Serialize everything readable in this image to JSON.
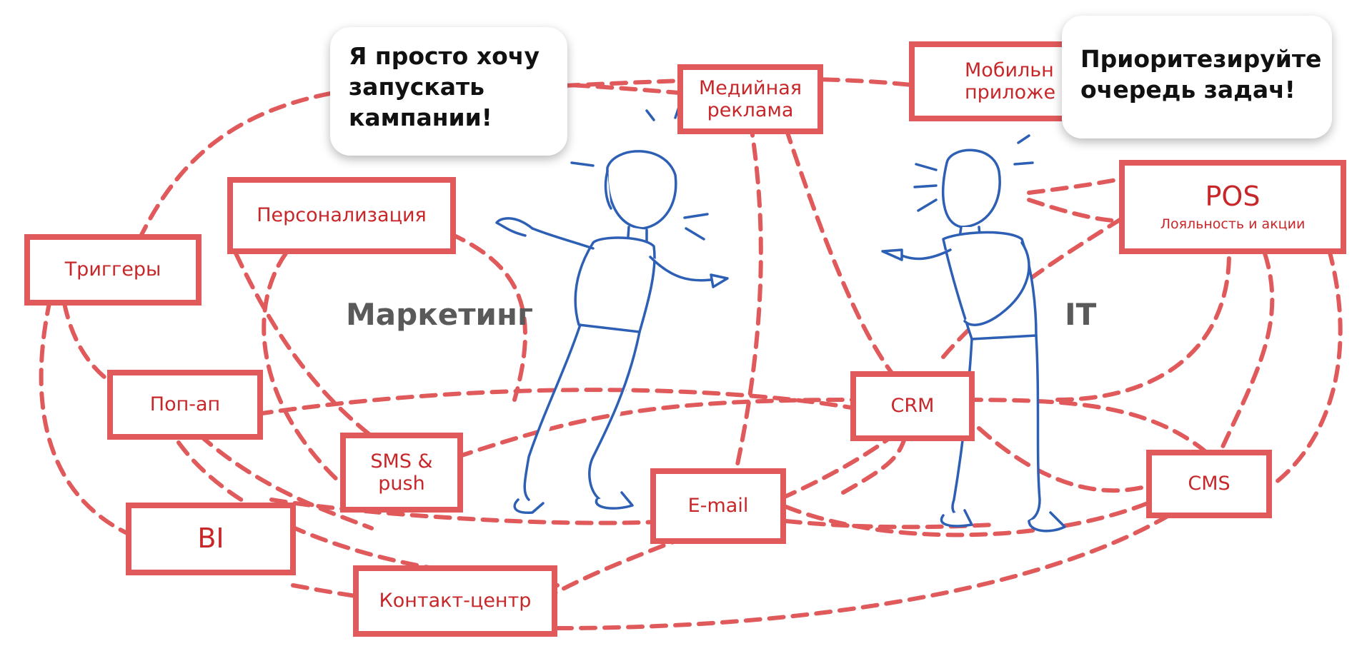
{
  "groups": {
    "marketing": "Маркетинг",
    "it": "IT"
  },
  "bubbles": {
    "marketing": [
      "Я просто хочу",
      "запускать",
      "кампании!"
    ],
    "it": [
      "Приоритезируйте",
      "очередь задач!"
    ]
  },
  "nodes": {
    "triggers": {
      "title": "Триггеры"
    },
    "personalization": {
      "title": "Персонализация"
    },
    "media": {
      "title": "Медийная реклама",
      "lines": [
        "Медийная",
        "реклама"
      ]
    },
    "mobile": {
      "lines": [
        "Мобильн",
        "приложе"
      ]
    },
    "pos": {
      "title": "POS",
      "subtitle": "Лояльность и акции"
    },
    "popup": {
      "title": "Поп-ап"
    },
    "sms": {
      "lines": [
        "SMS &",
        "push"
      ]
    },
    "bi": {
      "title": "BI"
    },
    "email": {
      "title": "E-mail"
    },
    "crm": {
      "title": "CRM"
    },
    "cms": {
      "title": "CMS"
    },
    "contact": {
      "title": "Контакт-центр"
    }
  },
  "colors": {
    "link": "#e05a5c",
    "node_border": "#e05a5c",
    "node_text": "#c8272a",
    "figure_stroke": "#2d5fb5"
  }
}
